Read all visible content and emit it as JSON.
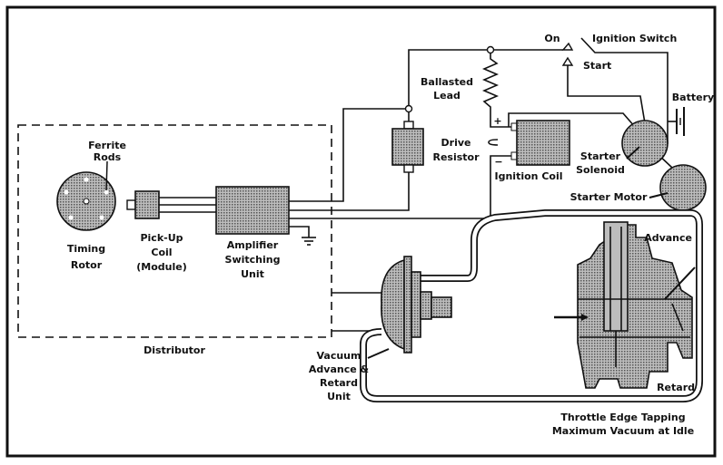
{
  "labels": {
    "ferrite_rods": [
      "Ferrite",
      "Rods"
    ],
    "timing_rotor": [
      "Timing",
      "Rotor"
    ],
    "pickup_coil": [
      "Pick-Up",
      "Coil",
      "(Module)"
    ],
    "amplifier": [
      "Amplifier",
      "Switching",
      "Unit"
    ],
    "distributor": "Distributor",
    "drive_resistor": [
      "Drive",
      "Resistor"
    ],
    "ballasted_lead": [
      "Ballasted",
      "Lead"
    ],
    "on": "On",
    "ignition_switch": "Ignition Switch",
    "start": "Start",
    "battery": "Battery",
    "plus": "+",
    "minus": "−",
    "ignition_coil": "Ignition Coil",
    "starter_solenoid": [
      "Starter",
      "Solenoid"
    ],
    "starter_motor": "Starter Motor",
    "vacuum_unit": [
      "Vacuum",
      "Advance &",
      "Retard",
      "Unit"
    ],
    "advance": "Advance",
    "retard": "Retard",
    "throttle": [
      "Throttle Edge Tapping",
      "Maximum Vacuum at Idle"
    ]
  },
  "colors": {
    "ink": "#111111",
    "shade": "#8a8a8a"
  }
}
